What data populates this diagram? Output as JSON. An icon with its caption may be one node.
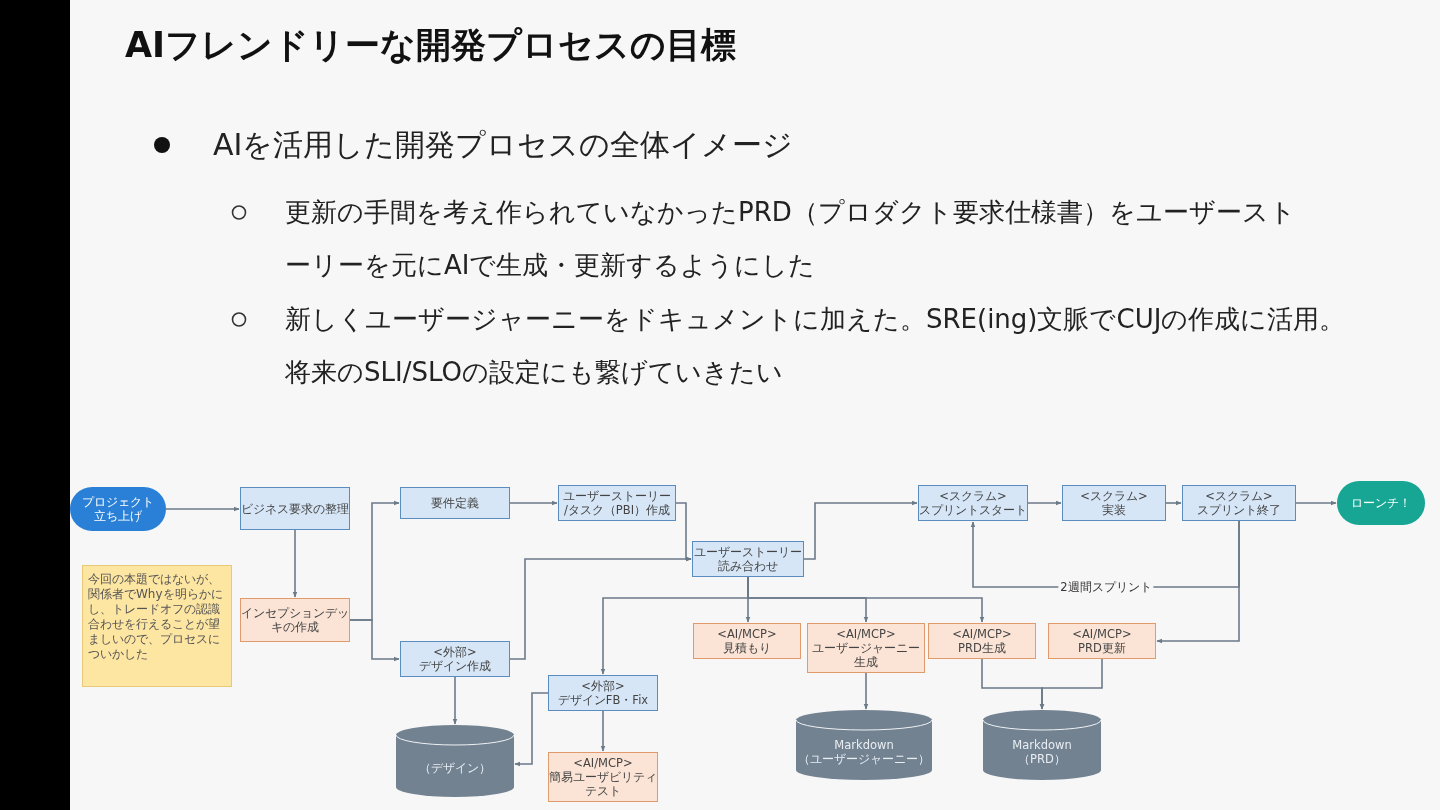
{
  "diagram": {
    "title": "AIフレンドリーな開発プロセスの目標",
    "nodes": [
      {
        "text": [
          "プロジェクト立ち上げ"
        ]
      },
      {
        "text": [
          "ビジネス要求の整理"
        ]
      },
      {
        "text": [
          "要件定義"
        ]
      },
      {
        "text": [
          "ユーザーストーリー /タスク（PBI）作成"
        ]
      },
      {
        "text": [
          "<スクラム> スプリントスタート"
        ]
      },
      {
        "text": [
          "<スクラム> 実装"
        ]
      },
      {
        "text": [
          "<スクラム> スプリント終了"
        ]
      },
      {
        "text": [
          "ローンチ！"
        ]
      },
      {
        "text": [
          "今回の本題ではないが、関係者でWhyを明らかにし、トレードオフの認識合わせを行えることが望ましいので、プロセスについかした"
        ]
      },
      {
        "text": [
          "インセプションデッキの作成"
        ]
      },
      {
        "text": [
          "ユーザーストーリー読み合わせ"
        ]
      },
      {
        "text": [
          "<外部> デザイン作成"
        ]
      },
      {
        "text": [
          "<AI/MCP> 見積もり"
        ]
      },
      {
        "text": [
          "<AI/MCP> ユーザージャーニー生成"
        ]
      },
      {
        "text": [
          "<AI/MCP> PRD生成"
        ]
      },
      {
        "text": [
          "<AI/MCP> PRD更新"
        ]
      },
      {
        "text": [
          "<外部> デザインFB・Fix"
        ]
      },
      {
        "text": [
          "（デザイン）"
        ]
      },
      {
        "text": [
          "<AI/MCP> 簡易ユーザビリティテスト"
        ]
      },
      {
        "text": [
          "Markdown",
          "（ユーザージャーニー）"
        ]
      },
      {
        "text": [
          "Markdown",
          "（PRD）"
        ]
      },
      {
        "text": [],
        "shape": "bar"
      }
    ],
    "edges": [
      {
        "from": 0,
        "to": 1,
        "arrow": "to"
      },
      {
        "from": 1,
        "to": 9,
        "arrow": "to"
      },
      {
        "from": 9,
        "to": 2,
        "arrow": "to"
      },
      {
        "from": 9,
        "to": 11,
        "arrow": "to"
      },
      {
        "from": 2,
        "to": 3,
        "arrow": "to"
      },
      {
        "from": 3,
        "to": 10,
        "arrow": "to"
      },
      {
        "from": 11,
        "to": 10,
        "arrow": "to"
      },
      {
        "from": 10,
        "to": 4,
        "arrow": "to"
      },
      {
        "from": 4,
        "to": 5,
        "arrow": "to"
      },
      {
        "from": 5,
        "to": 6,
        "arrow": "to"
      },
      {
        "from": 6,
        "to": 7,
        "arrow": "to"
      },
      {
        "from": 6,
        "to": 4,
        "arrow": "to",
        "label": "2週間スプリント"
      },
      {
        "from": 6,
        "to": 15,
        "arrow": "to"
      },
      {
        "from": 10,
        "to": 12,
        "arrow": "to"
      },
      {
        "from": 10,
        "to": 13,
        "arrow": "to"
      },
      {
        "from": 10,
        "to": 14,
        "arrow": "to"
      },
      {
        "from": 10,
        "to": 16,
        "arrow": "to"
      },
      {
        "from": 11,
        "to": 17,
        "arrow": "to"
      },
      {
        "from": 16,
        "to": 17,
        "arrow": "to"
      },
      {
        "from": 16,
        "to": 18,
        "arrow": "to"
      },
      {
        "from": 13,
        "to": 19,
        "arrow": "to"
      },
      {
        "from": 14,
        "to": 20,
        "arrow": "to"
      },
      {
        "from": 15,
        "to": 20,
        "arrow": "to"
      }
    ],
    "labels": [
      "AIを活用した開発プロセスの全体イメージ",
      "更新の手間を考え作られていなかったPRD（プロダクト要求仕様書）をユーザーストーリーを元にAIで生成・更新するようにした",
      "新しくユーザージャーニーをドキュメントに加えた。SRE(ing)文脈でCUJの作成に活用。将来のSLI/SLOの設定にも繋げていきたい"
    ]
  }
}
